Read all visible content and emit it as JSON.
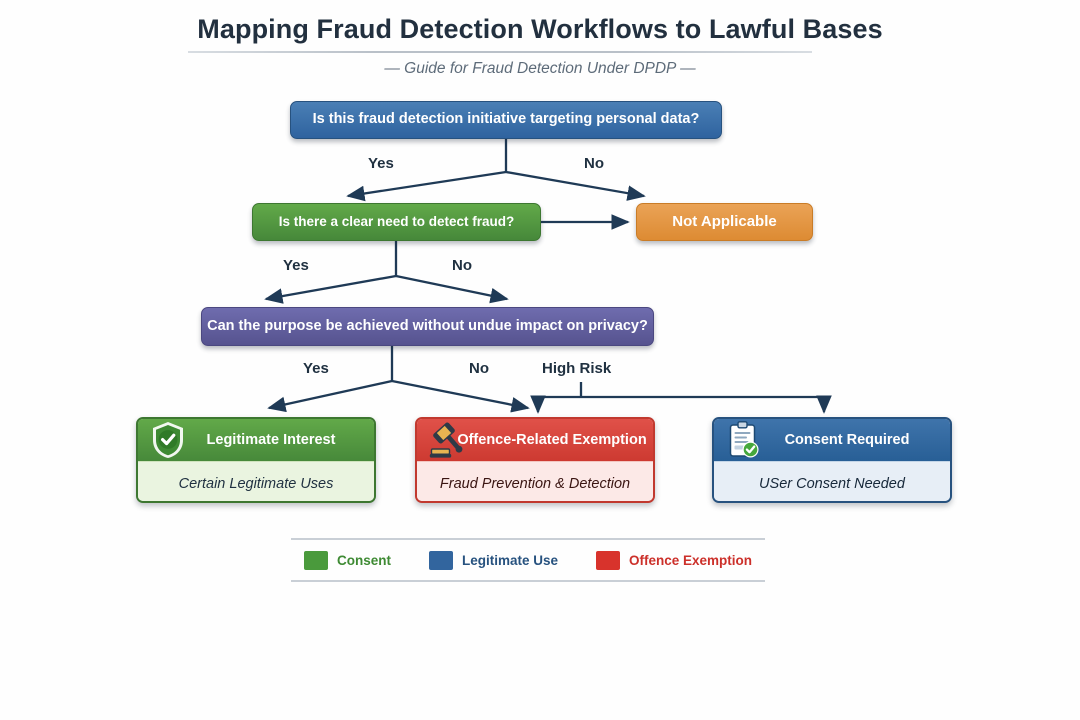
{
  "header": {
    "title": "Mapping Fraud Detection Workflows to Lawful Bases",
    "subtitle": "— Guide for Fraud Detection Under DPDP —"
  },
  "flowchart": {
    "type": "decision-tree",
    "nodes": [
      {
        "id": "q1",
        "kind": "decision",
        "label": "Is this fraud detection initiative targeting personal data?",
        "color": "#2f639f"
      },
      {
        "id": "q2",
        "kind": "decision",
        "label": "Is there a clear need to detect fraud?",
        "color": "#46883a"
      },
      {
        "id": "na",
        "kind": "terminal",
        "label": "Not Applicable",
        "color": "#dd8b33"
      },
      {
        "id": "q3",
        "kind": "decision",
        "label": "Can the purpose be achieved without undue impact on privacy?",
        "color": "#56538f"
      }
    ],
    "edges": [
      {
        "from": "q1",
        "to": "q2",
        "label": "Yes"
      },
      {
        "from": "q1",
        "to": "na",
        "label": "No"
      },
      {
        "from": "q2",
        "to": "na",
        "label": ""
      },
      {
        "from": "q2",
        "to": "q3",
        "label": "Yes"
      },
      {
        "from": "q2",
        "to": "q3",
        "label": "No"
      },
      {
        "from": "q3",
        "to": "legitimate-interest",
        "label": "Yes"
      },
      {
        "from": "q3",
        "to": "offence-exemption",
        "label": "No"
      },
      {
        "from": "q3",
        "to": "offence-exemption",
        "label": "High Risk"
      },
      {
        "from": "q3",
        "to": "consent-required",
        "label": "High Risk"
      }
    ],
    "branch_labels": {
      "row1": {
        "left": "Yes",
        "right": "No"
      },
      "row2": {
        "left": "Yes",
        "right": "No"
      },
      "row3": {
        "left": "Yes",
        "middle": "No",
        "right": "High Risk"
      }
    }
  },
  "outcomes": [
    {
      "id": "legitimate-interest",
      "icon": "shield-check-icon",
      "title": "Legitimate Interest",
      "subtitle": "Certain Legitimate Uses",
      "color": "#47893a"
    },
    {
      "id": "offence-exemption",
      "icon": "gavel-icon",
      "title": "Offence-Related Exemption",
      "subtitle": "Fraud Prevention & Detection",
      "color": "#cd3a31"
    },
    {
      "id": "consent-required",
      "icon": "clipboard-check-icon",
      "title": "Consent Required",
      "subtitle": "USer Consent Needed",
      "color": "#285f96"
    }
  ],
  "legend": {
    "items": [
      {
        "label": "Consent",
        "color": "#4a9a3c"
      },
      {
        "label": "Legitimate Use",
        "color": "#32659e"
      },
      {
        "label": "Offence Exemption",
        "color": "#d8332c"
      }
    ]
  }
}
